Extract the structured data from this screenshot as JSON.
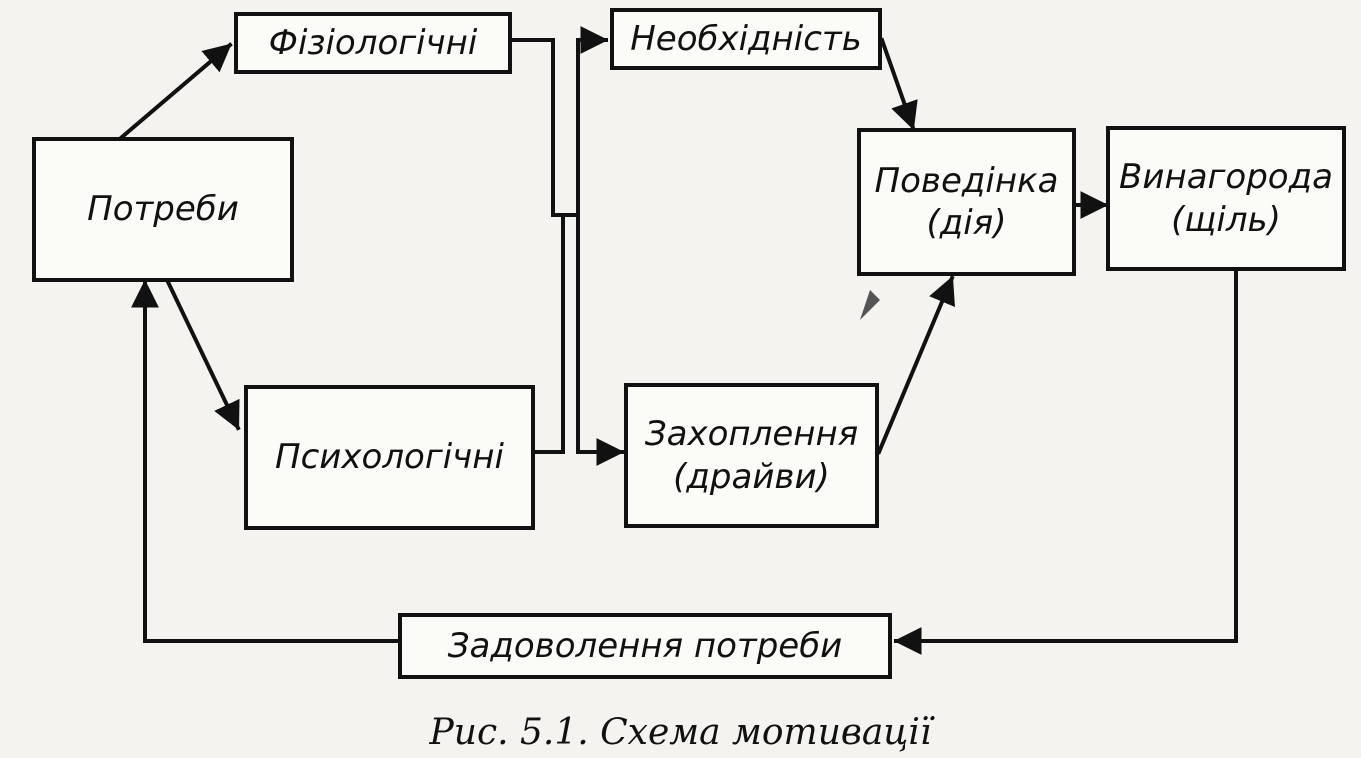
{
  "nodes": {
    "needs": "Потреби",
    "physiological": "Фізіологічні",
    "psychological": "Психологічні",
    "necessity": "Необхідність",
    "drives": "Захоплення\n(драйви)",
    "behavior": "Поведінка\n(дія)",
    "reward": "Винагорода\n(щіль)",
    "satisfaction": "Задоволення потреби"
  },
  "caption": "Рис. 5.1. Схема мотивації",
  "colors": {
    "ink": "#111111",
    "paper": "#f4f3ef"
  }
}
